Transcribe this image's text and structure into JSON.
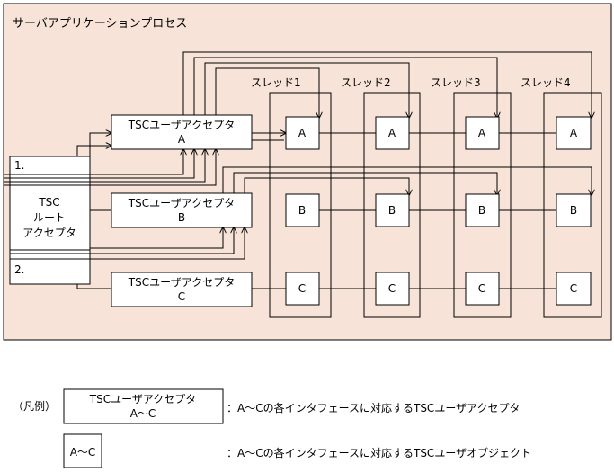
{
  "process": {
    "title": "サーバアプリケーションプロセス"
  },
  "threads": [
    "スレッド1",
    "スレッド2",
    "スレッド3",
    "スレッド4"
  ],
  "root_acceptor": {
    "lines": [
      "TSC",
      "ルート",
      "アクセプタ"
    ],
    "step1": "1.",
    "step2": "2."
  },
  "user_acceptors": [
    {
      "line1": "TSCユーザアクセプタ",
      "line2": "A"
    },
    {
      "line1": "TSCユーザアクセプタ",
      "line2": "B"
    },
    {
      "line1": "TSCユーザアクセプタ",
      "line2": "C"
    }
  ],
  "objects": [
    "A",
    "B",
    "C"
  ],
  "legend": {
    "label": "（凡例）",
    "acceptor_line1": "TSCユーザアクセプタ",
    "acceptor_line2": "A～C",
    "acceptor_desc": "：A～Cの各インタフェースに対応するTSCユーザアクセプタ",
    "object_label": "A～C",
    "object_desc": "：A～Cの各インタフェースに対応するTSCユーザオブジェクト"
  },
  "colors": {
    "process_bg": "#f7e3d7",
    "box_bg": "#ffffff",
    "line": "#000000"
  }
}
